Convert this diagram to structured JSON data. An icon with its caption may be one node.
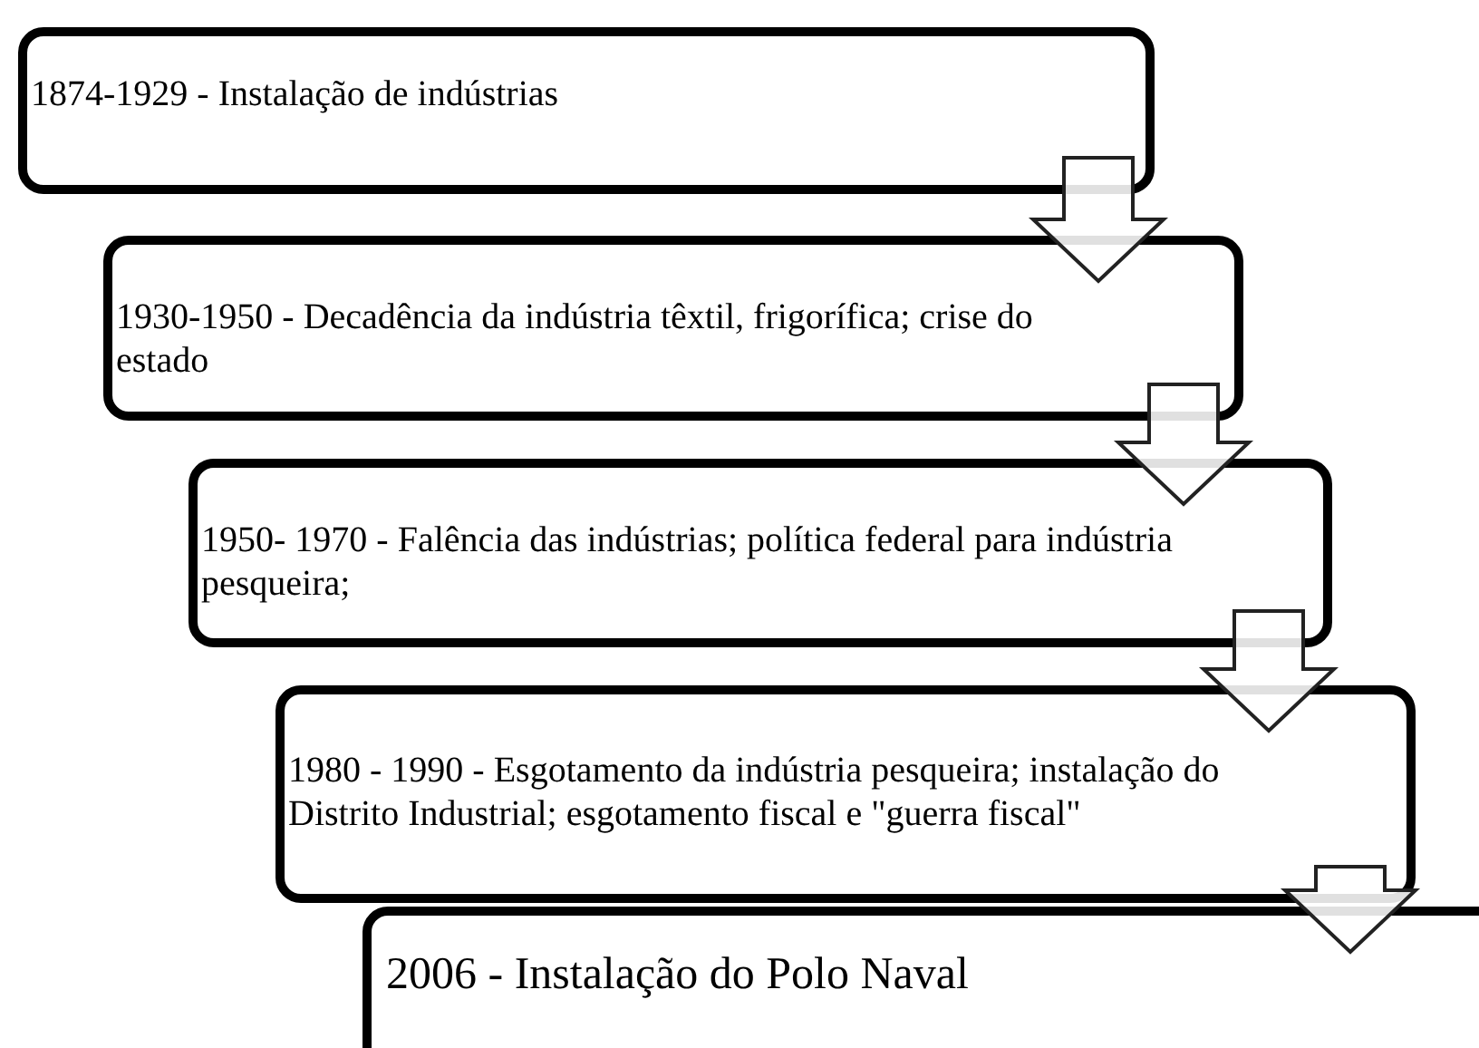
{
  "diagram": {
    "nodes": [
      {
        "text": [
          "1874-1929 -  Instalação de indústrias"
        ]
      },
      {
        "text": [
          "1930-1950 - Decadência da indústria têxtil, frigorífica; crise do estado"
        ]
      },
      {
        "text": [
          "1950- 1970 - Falência das indústrias; política federal para indústria pesqueira;"
        ]
      },
      {
        "text": [
          "1980 - 1990 -  Esgotamento da indústria pesqueira; instalação do Distrito Industrial; esgotamento fiscal  e \"guerra fiscal\""
        ]
      },
      {
        "text": [
          "2006 - Instalação do Polo Naval"
        ]
      }
    ],
    "edges": [
      {
        "from": 0,
        "to": 1,
        "arrow": "to"
      },
      {
        "from": 1,
        "to": 2,
        "arrow": "to"
      },
      {
        "from": 2,
        "to": 3,
        "arrow": "to"
      },
      {
        "from": 3,
        "to": 4,
        "arrow": "to"
      }
    ]
  }
}
